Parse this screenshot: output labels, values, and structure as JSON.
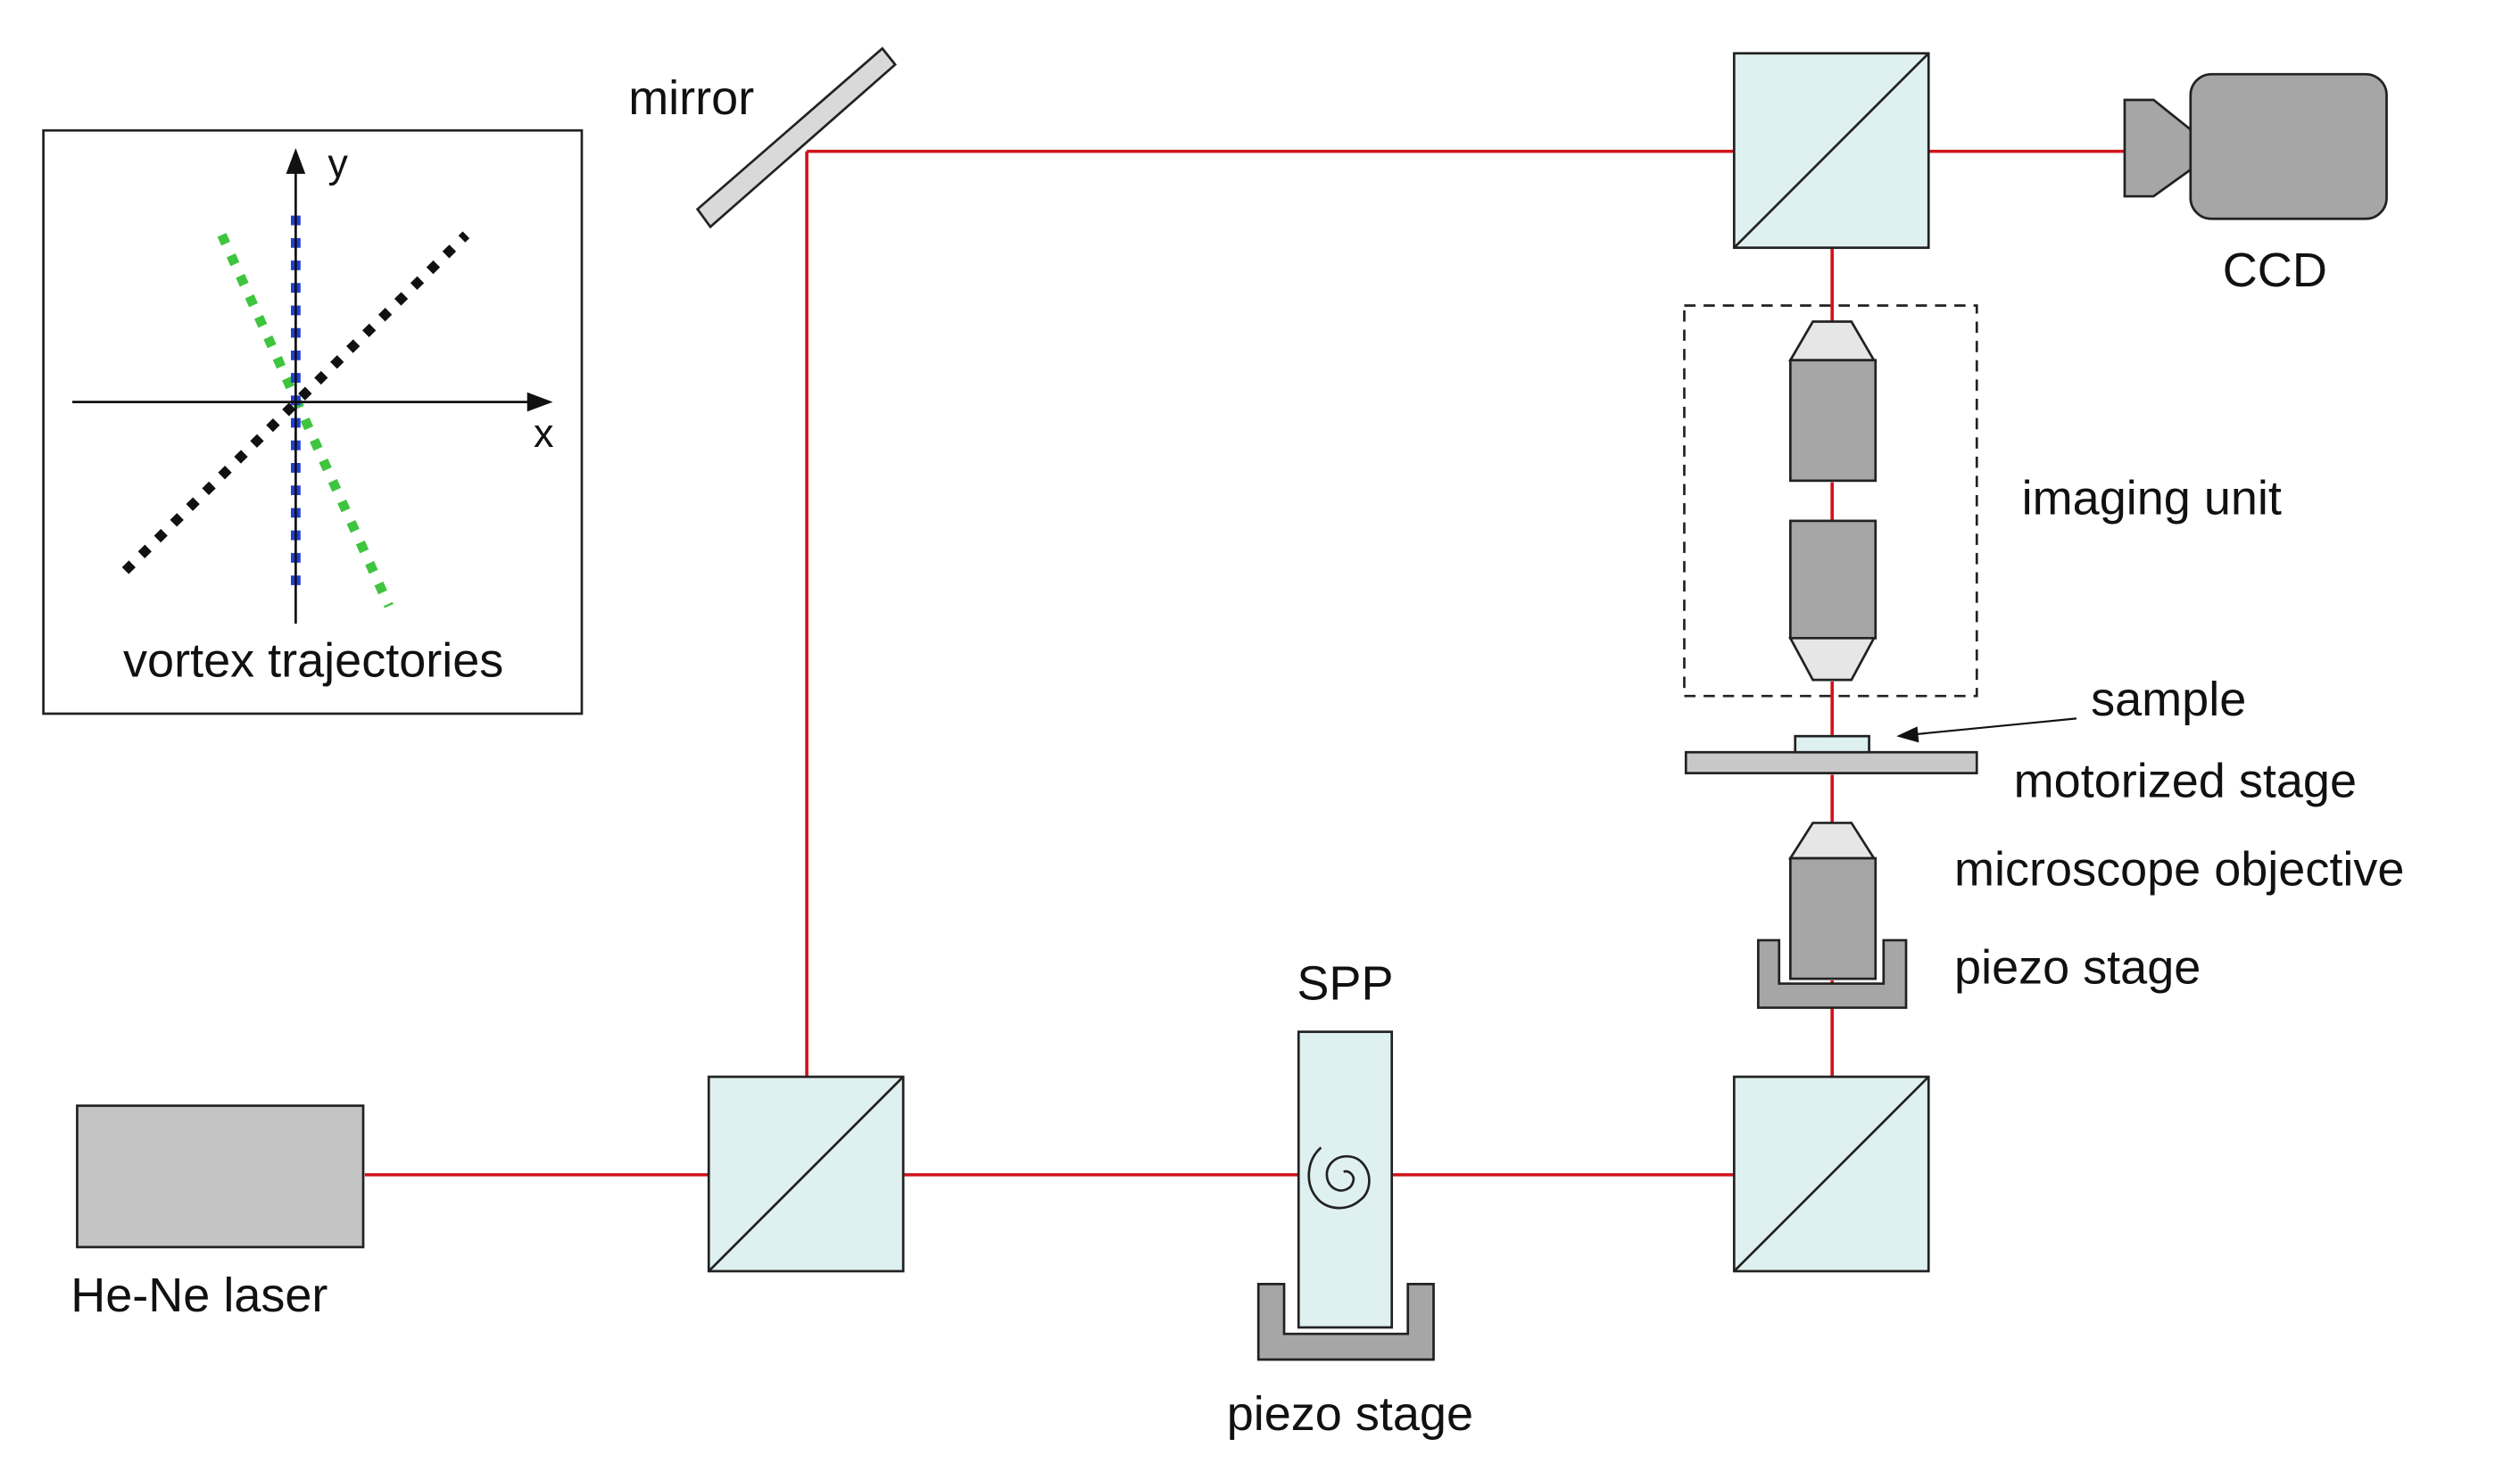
{
  "labels": {
    "mirror": "mirror",
    "ccd": "CCD",
    "imaging_unit": "imaging unit",
    "sample": "sample",
    "motorized_stage": "motorized stage",
    "microscope_objective": "microscope objective",
    "piezo_stage_right": "piezo stage",
    "spp": "SPP",
    "he_ne_laser": "He-Ne laser",
    "piezo_stage_bottom": "piezo stage"
  },
  "inset": {
    "title": "vortex trajectories",
    "x_axis_label": "x",
    "y_axis_label": "y"
  },
  "colors": {
    "beam": "#d0121b",
    "cube_fill": "#dff0f0",
    "device_gray": "#a6a6a6",
    "laser_gray": "#c4c4c4",
    "mirror_fill": "#d9d9d9",
    "trajectory_black": "#111111",
    "trajectory_blue": "#1f3fd6",
    "trajectory_green": "#3fc43f"
  }
}
